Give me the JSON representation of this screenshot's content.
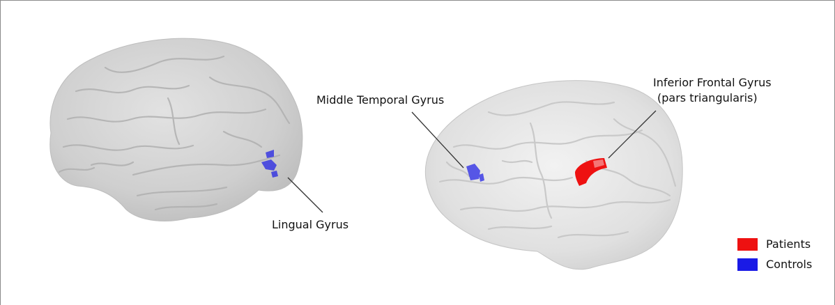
{
  "labels": {
    "lingual": "Lingual Gyrus",
    "mtg": "Middle Temporal Gyrus",
    "ifg_line1": "Inferior Frontal Gyrus",
    "ifg_line2": "(pars triangularis)"
  },
  "legend": {
    "items": [
      {
        "label": "Patients",
        "color": "#ee1111"
      },
      {
        "label": "Controls",
        "color": "#1a1ae6"
      }
    ]
  },
  "colors": {
    "brain_fill": "#d4d4d4",
    "brain_fold": "#b4b4b4",
    "patients": "#ee1111",
    "controls": "#1a1ae6"
  }
}
